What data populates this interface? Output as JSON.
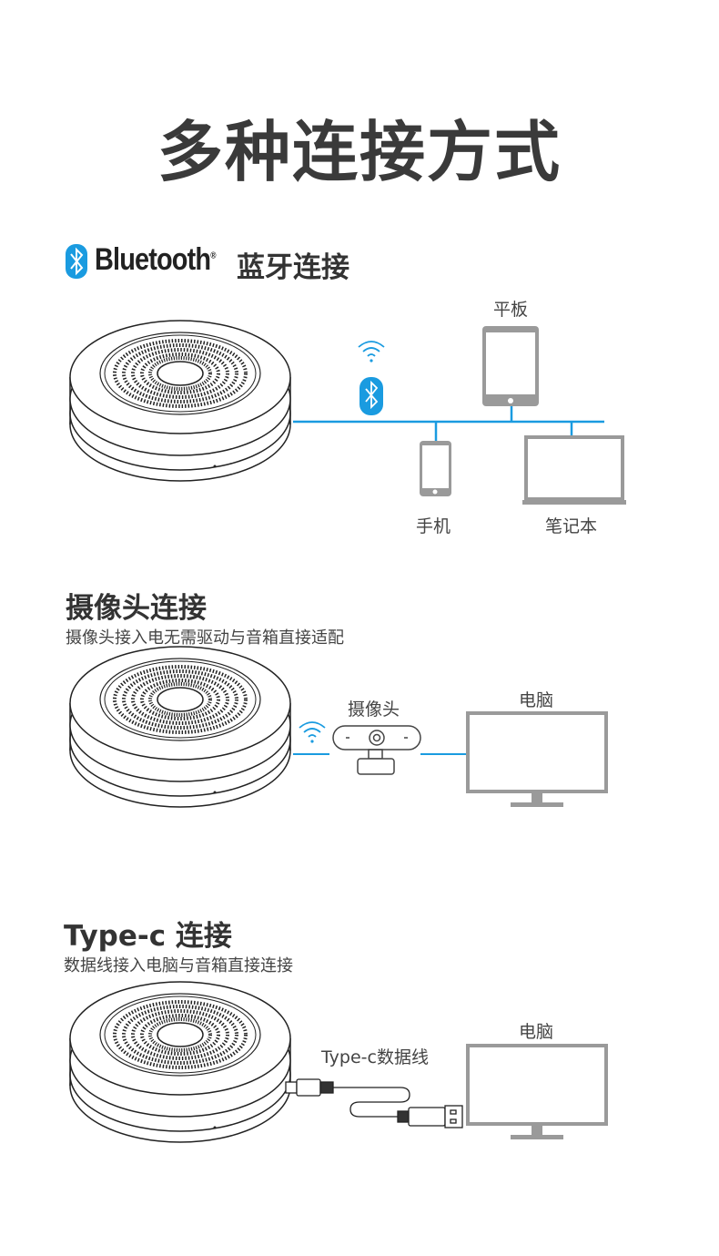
{
  "title": "多种连接方式",
  "bluetooth": {
    "brand": "Bluetooth",
    "reg": "®",
    "heading": "蓝牙连接",
    "devices": {
      "tablet": "平板",
      "phone": "手机",
      "laptop": "笔记本"
    }
  },
  "camera": {
    "heading": "摄像头连接",
    "desc": "摄像头接入电无需驱动与音箱直接适配",
    "camera_label": "摄像头",
    "computer_label": "电脑"
  },
  "typec": {
    "heading": "Type-c 连接",
    "desc": "数据线接入电脑与音箱直接连接",
    "cable_label": "Type-c数据线",
    "computer_label": "电脑"
  },
  "colors": {
    "accent": "#1a9be0",
    "device": "#9a9a9a",
    "text": "#333333"
  }
}
